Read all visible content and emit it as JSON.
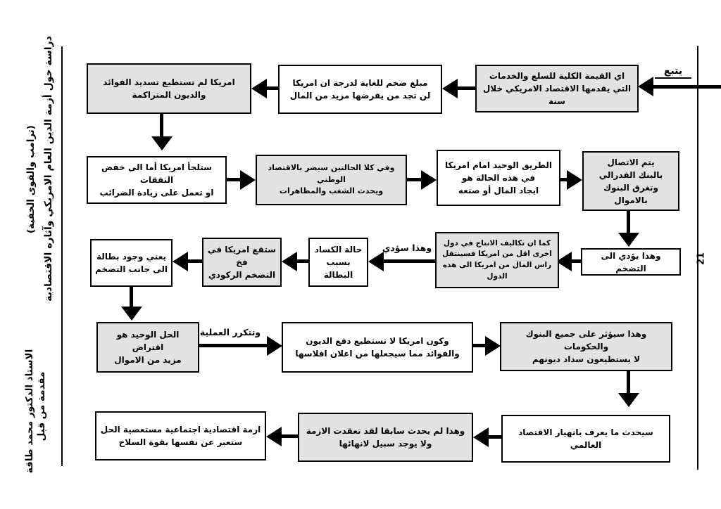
{
  "page": {
    "number": "21",
    "continue_label": "يتبع"
  },
  "sidebar": {
    "title_line1": "دراسة حول أزمة الدين العام الامريكي وآثاره الاقتصادية",
    "title_line2": "(ترامب والقوى الخفية)",
    "footer_line1": "مقدمة من قبل",
    "footer_line2": "الاستاذ الدكتور محمد طاقة"
  },
  "colors": {
    "box_gray": "#e2e2e2",
    "box_white": "#ffffff",
    "ink": "#000000"
  },
  "flowchart": {
    "boxes": {
      "gdp_definition": {
        "text": "اي القيمة الكلية للسلع والخدمات\nالتي يقدمها الاقتصاد الامريكي خلال سنة"
      },
      "huge_amount": {
        "text": "مبلغ ضخم للغاية لدرجة ان امريكا\nلن تجد من يقرضها مزيد من المال"
      },
      "cannot_pay_interest": {
        "text": "امريكا لم تستطيع تسديد الفوائد\nوالديون المتراكمة"
      },
      "cut_spending_or_taxes": {
        "text": "ستلجأ امريكا أما الى خفض النفقات\nاو تعمل على زيادة الضرائب"
      },
      "both_cases_harm": {
        "text": "وفي كلا الحالتين سيضر بالاقتصاد الوطني\nويحدث الشغب والمظاهرات"
      },
      "only_way_money": {
        "text": "الطريق الوحيد امام امريكا\nفي هذه الحالة هو\nايجاد المال أو صنعه"
      },
      "federal_bank": {
        "text": "يتم الاتصال\nبالبنك الفدرالي\nوتغرق البنوك بالاموال"
      },
      "leads_to_inflation": {
        "text": "وهذا يؤدي الى التضخم"
      },
      "production_costs": {
        "text": "كما ان تكاليف الانتاج في دول\nاخرى اقل من امريكا فسينتقل\nراس المال من امريكا الى هذه الدول"
      },
      "recession_state": {
        "text": "حالة الكساد\nبسبب البطالة"
      },
      "stagflation_trap": {
        "text": "ستقع امريكا في فخ\nالتضخم الركودي"
      },
      "unemployment_plus_inflation": {
        "text": "يعني وجود بطالة\nالى جانب التضخم"
      },
      "only_solution_borrow": {
        "text": "الحل الوحيد هو اقتراض\nمزيد من الاموال"
      },
      "cannot_pay_debts": {
        "text": "وكون امريكا لا تستطيع دفع الديون\nوالفوائد مما سيجعلها من اعلان افلاسها"
      },
      "affects_banks_governments": {
        "text": "وهذا سيؤثر على جميع البنوك والحكومات\nلا يستطيعون سداد ديونهم"
      },
      "global_economy_collapse": {
        "text": "سيحدث ما يعرف بانهيار الاقتصاد العالمي"
      },
      "unprecedented_crisis": {
        "text": "وهذا لم يحدث سابقا لقد تعقدت الازمة\nولا يوجد سبيل لانهائها"
      },
      "armed_crisis": {
        "text": "ازمة اقتصادية اجتماعية مستعصية الحل\nستعبر عن نفسها بقوة السلاح"
      }
    },
    "arrow_labels": {
      "this_leads": "وهذا سؤدي",
      "process_repeats": "وتتكرر العملية"
    }
  }
}
